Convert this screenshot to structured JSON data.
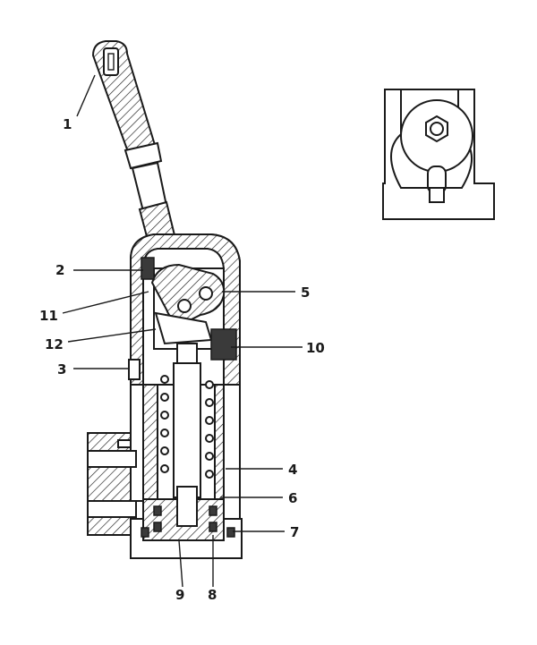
{
  "callouts": [
    {
      "id": "1",
      "text": "1"
    },
    {
      "id": "2",
      "text": "2"
    },
    {
      "id": "3",
      "text": "3"
    },
    {
      "id": "4",
      "text": "4"
    },
    {
      "id": "5",
      "text": "5"
    },
    {
      "id": "6",
      "text": "6"
    },
    {
      "id": "7",
      "text": "7"
    },
    {
      "id": "8",
      "text": "8"
    },
    {
      "id": "9",
      "text": "9"
    },
    {
      "id": "10",
      "text": "10"
    },
    {
      "id": "11",
      "text": "11"
    },
    {
      "id": "12",
      "text": "12"
    }
  ],
  "colors": {
    "ink": "#1a1a1a",
    "background": "#ffffff",
    "seal": "#3a3a3a"
  }
}
